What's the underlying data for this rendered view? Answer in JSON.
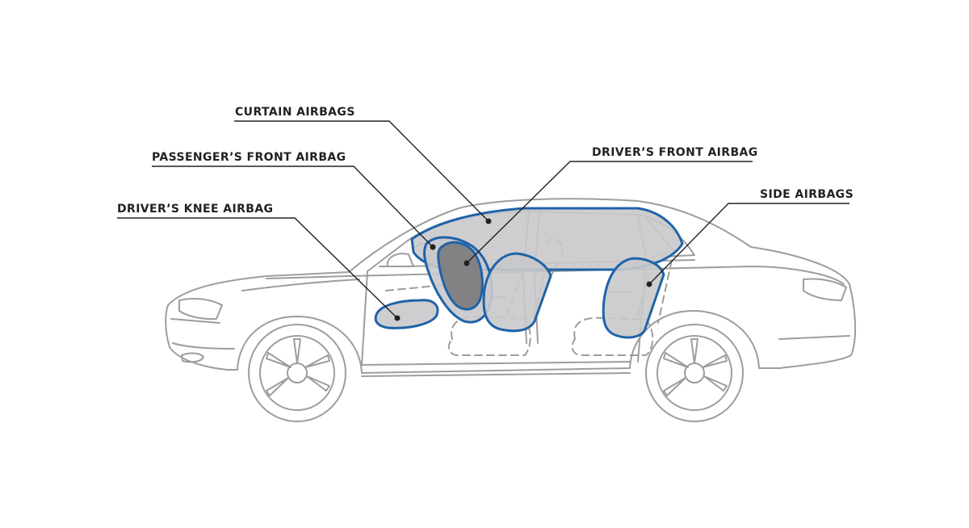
{
  "colors": {
    "car_outline": "#9d9d9d",
    "airbag_fill": "#c9c9cb",
    "airbag_fill_dark": "#7a7a7c",
    "airbag_stroke": "#1f63a8",
    "label_text": "#222222",
    "leader_line": "#222222",
    "background": "#ffffff"
  },
  "labels": {
    "curtain": "CURTAIN AIRBAGS",
    "passenger_front": "PASSENGER’S FRONT AIRBAG",
    "driver_front": "DRIVER’S FRONT AIRBAG",
    "driver_knee": "DRIVER’S KNEE AIRBAG",
    "side": "SIDE AIRBAGS"
  }
}
